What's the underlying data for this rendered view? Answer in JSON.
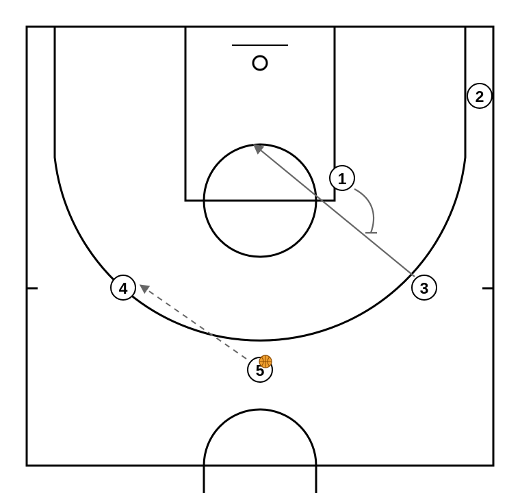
{
  "diagram": {
    "type": "basketball-half-court-play",
    "colors": {
      "court_lines": "#000000",
      "background": "#ffffff",
      "movement_arrow": "#666666",
      "pass_arrow": "#666666",
      "ball_fill": "#f0a030",
      "ball_seams": "#8a4a00"
    },
    "players": [
      {
        "id": "p1",
        "label": "1"
      },
      {
        "id": "p2",
        "label": "2"
      },
      {
        "id": "p3",
        "label": "3"
      },
      {
        "id": "p4",
        "label": "4"
      },
      {
        "id": "p5",
        "label": "5",
        "has_ball": true
      }
    ],
    "actions": [
      {
        "type": "cut",
        "from": "3",
        "to": "paint",
        "style": "solid-arrow"
      },
      {
        "type": "screen",
        "player": "1",
        "style": "curved-line-screen"
      },
      {
        "type": "pass",
        "from": "5",
        "to": "4",
        "style": "dashed-arrow"
      }
    ],
    "icons": {
      "ball": "basketball-icon",
      "basket": "basket-icon",
      "backboard": "backboard-icon"
    }
  }
}
